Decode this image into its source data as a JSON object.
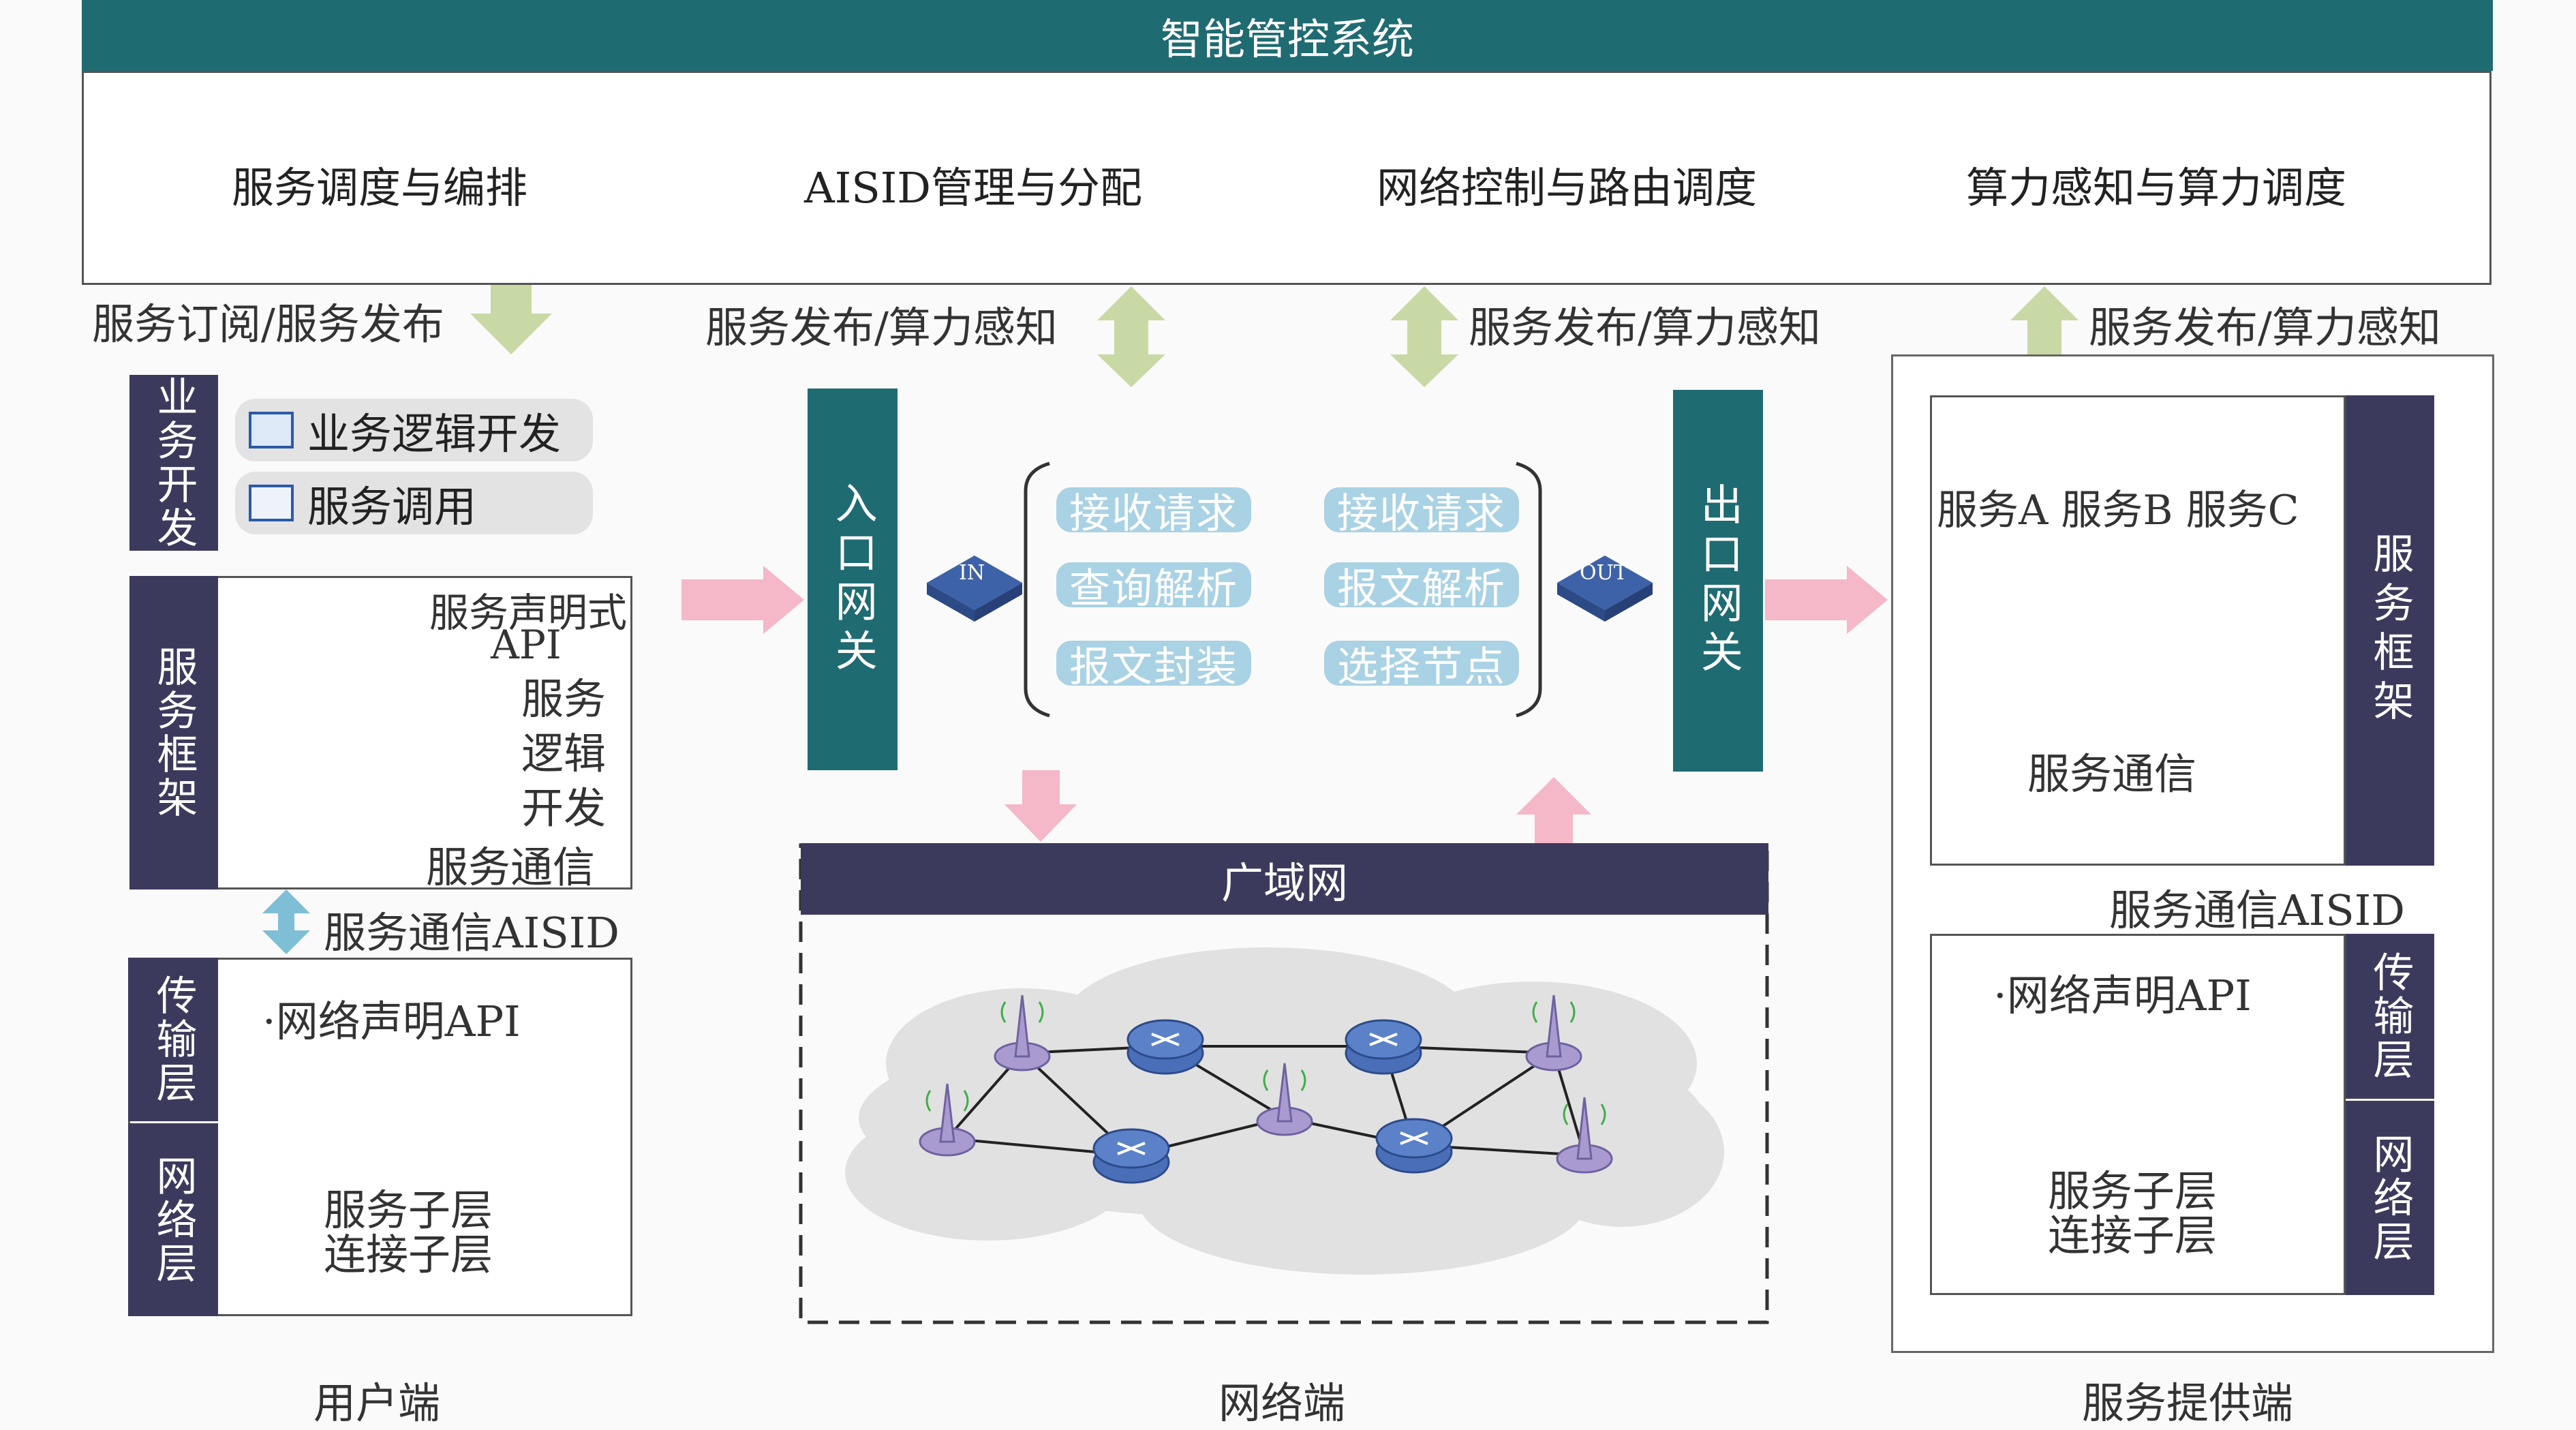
{
  "title": "智能管控系统",
  "functions": [
    "服务调度与编排",
    "AISID管理与分配",
    "网络控制与路由调度",
    "算力感知与算力调度"
  ],
  "arrow_labels": {
    "user": "服务订阅/服务发布",
    "net_left": "服务发布/算力感知",
    "net_right": "服务发布/算力感知",
    "provider": "服务发布/算力感知"
  },
  "user_side": {
    "business_tab": "业务开发",
    "business_items": [
      "业务逻辑开发",
      "服务调用"
    ],
    "framework_tab": "服务框架",
    "api_chip": "API",
    "decl_api_1": "服务声明式",
    "decl_api_2": "API",
    "logic_dev": [
      "服务",
      "逻辑",
      "开发"
    ],
    "svc_comm": "服务通信",
    "aisid_label": "服务通信AISID",
    "transport_tab": "传输层",
    "network_tab": "网络层",
    "net_decl_api": "·网络声明API",
    "service_sublayer": "服务子层",
    "conn_sublayer": "连接子层",
    "caption": "用户端"
  },
  "network_side": {
    "ingress": "入口网关",
    "egress": "出口网关",
    "in_badge": "IN",
    "out_badge": "OUT",
    "left_steps": [
      "接收请求",
      "查询解析",
      "报文封装"
    ],
    "right_steps": [
      "接收请求",
      "报文解析",
      "选择节点"
    ],
    "wan": "广域网",
    "caption": "网络端"
  },
  "provider_side": {
    "services": "服务A 服务B 服务C",
    "svc_comm": "服务通信",
    "framework_tab": "服务框架",
    "aisid_label": "服务通信AISID",
    "net_decl_api": "·网络声明API",
    "transport_tab": "传输层",
    "network_tab": "网络层",
    "service_sublayer": "服务子层",
    "conn_sublayer": "连接子层",
    "caption": "服务提供端"
  },
  "colors": {
    "teal": "#1f6b72",
    "navy": "#3c3a5c",
    "green_arrow": "#c9d9a6",
    "blue_arrow": "#7fbfd6",
    "pink_arrow": "#f4b8c8",
    "pill": "#a9d2e4",
    "cylinder_blue": "#a7d4ec",
    "cylinder_green": "#b8e39a",
    "cylinder_orange": "#f3c4a0",
    "router": "#4a6fb8",
    "antenna": "#a99bd0"
  }
}
